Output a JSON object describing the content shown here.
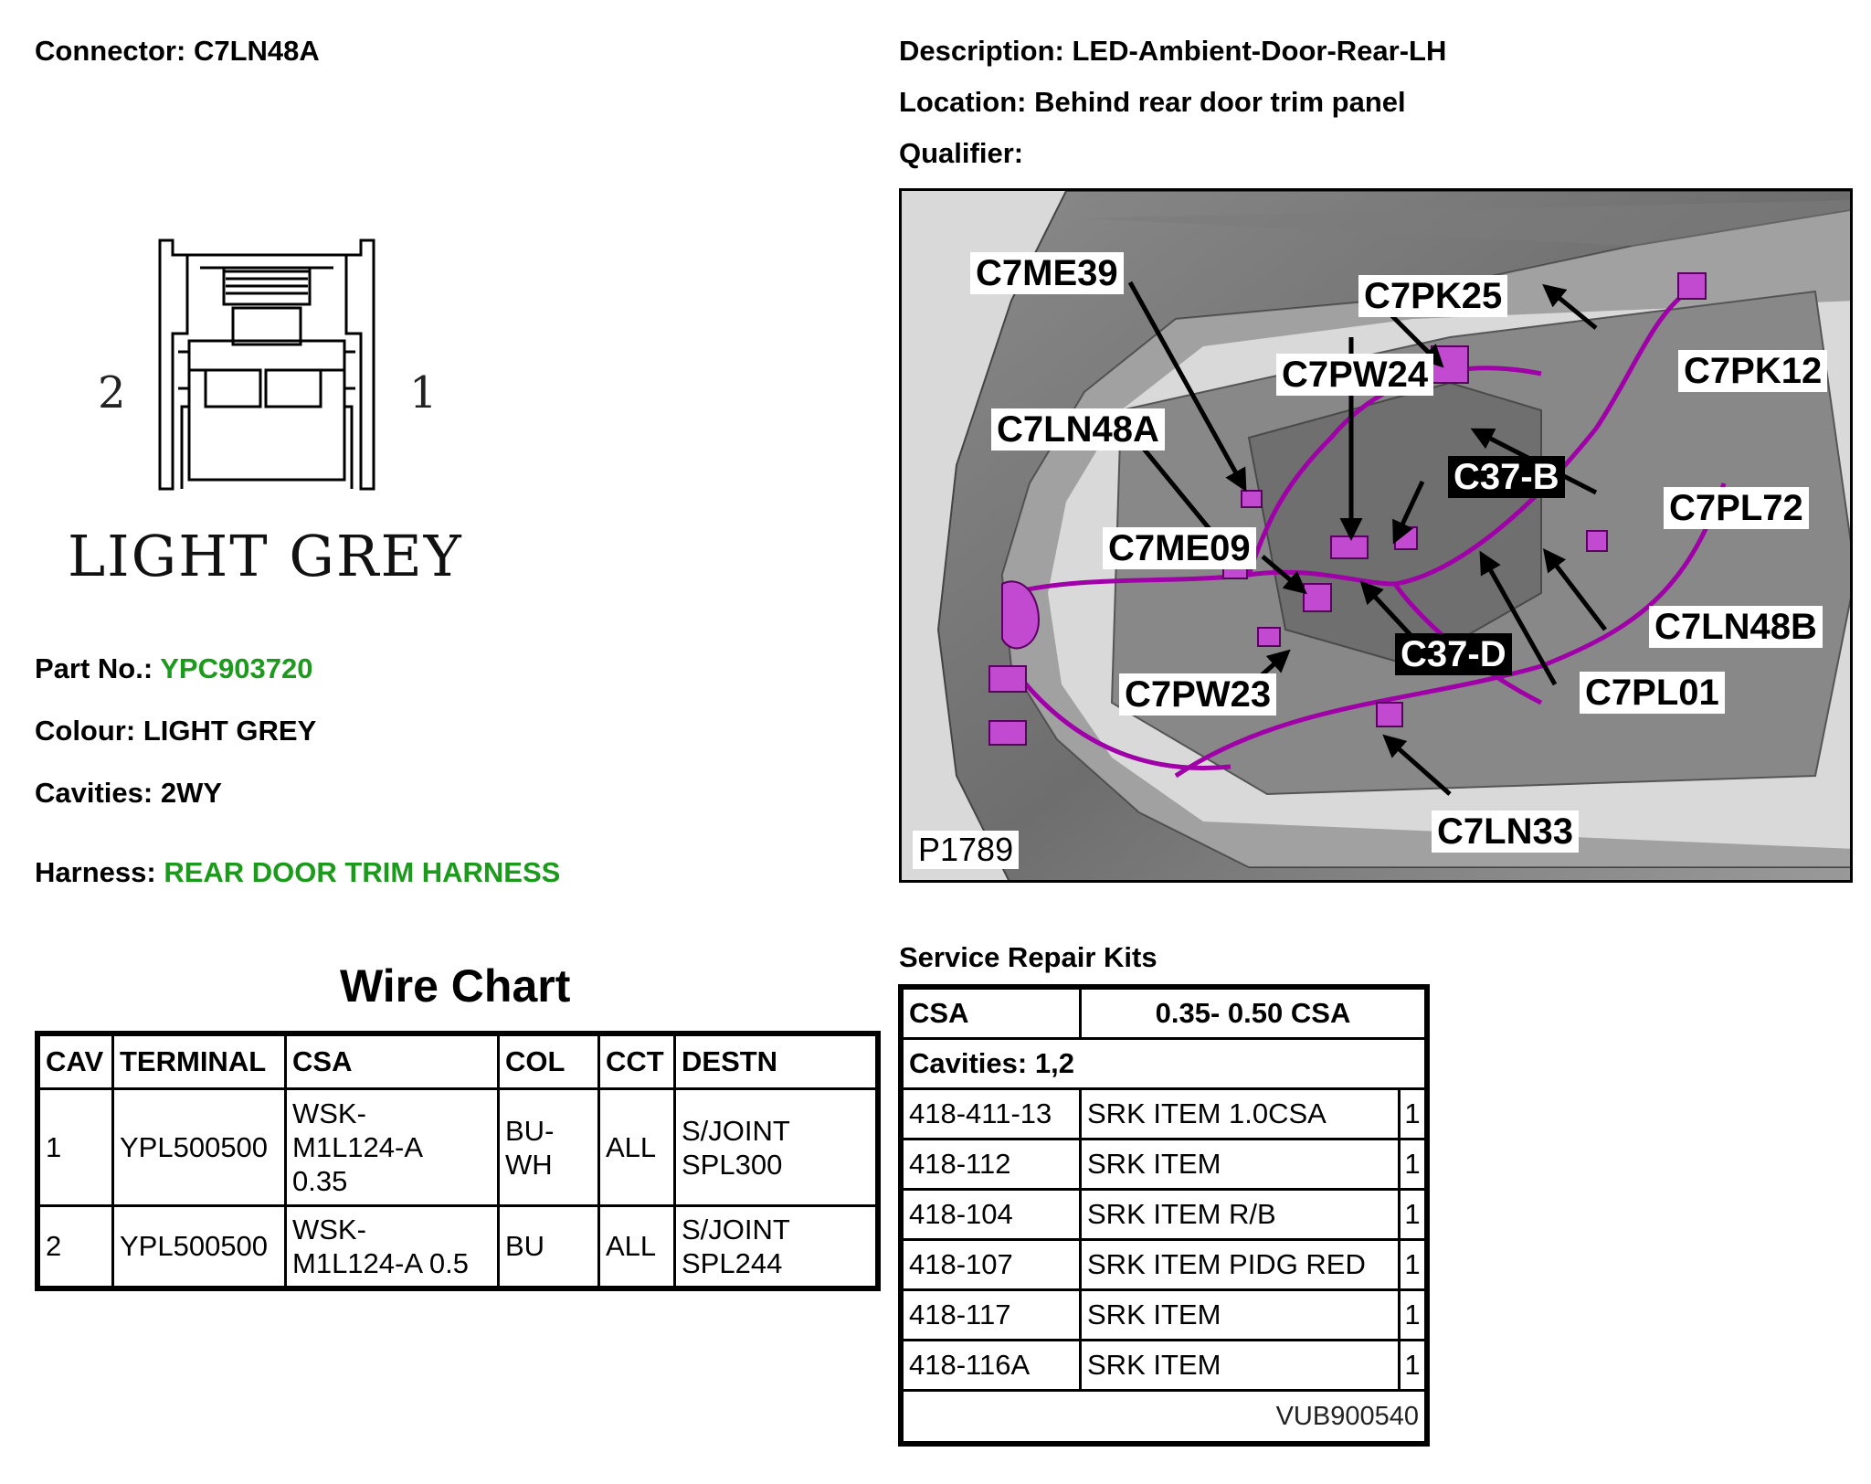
{
  "connector": {
    "label": "Connector:",
    "value": "C7LN48A"
  },
  "description": {
    "label": "Description:",
    "value": "LED-Ambient-Door-Rear-LH"
  },
  "location": {
    "label": "Location:",
    "value": "Behind rear door trim panel"
  },
  "qualifier": {
    "label": "Qualifier:",
    "value": ""
  },
  "drawing": {
    "pin_left": "2",
    "pin_right": "1",
    "colour_caption": "LIGHT GREY"
  },
  "part_no": {
    "label": "Part No.:",
    "value": "YPC903720"
  },
  "colour": {
    "label": "Colour:",
    "value": "LIGHT GREY"
  },
  "cavities": {
    "label": "Cavities:",
    "value": "2WY"
  },
  "harness": {
    "label": "Harness:",
    "value": "REAR DOOR TRIM HARNESS"
  },
  "image": {
    "id_label": "P1789",
    "callouts": [
      "C7ME39",
      "C7PK25",
      "C7PW24",
      "C7PK12",
      "C7LN48A",
      "C37-B",
      "C7PL72",
      "C7ME09",
      "C7LN48B",
      "C37-D",
      "C7PW23",
      "C7PL01",
      "C7LN33"
    ]
  },
  "wire_chart": {
    "title": "Wire Chart",
    "headers": [
      "CAV",
      "TERMINAL",
      "CSA",
      "COL",
      "CCT",
      "DESTN"
    ],
    "rows": [
      {
        "cav": "1",
        "terminal": "YPL500500",
        "csa_line1": "WSK-",
        "csa_line2": "M1L124-A",
        "csa_line3": "0.35",
        "col_line1": "BU-",
        "col_line2": "WH",
        "cct": "ALL",
        "destn_line1": "S/JOINT",
        "destn_line2": "SPL300"
      },
      {
        "cav": "2",
        "terminal": "YPL500500",
        "csa_line1": "WSK-",
        "csa_line2": "M1L124-A 0.5",
        "col": "BU",
        "cct": "ALL",
        "destn_line1": "S/JOINT",
        "destn_line2": "SPL244"
      }
    ]
  },
  "service_kits": {
    "title": "Service Repair Kits",
    "csa_label": "CSA",
    "csa_value": "0.35- 0.50 CSA",
    "cavities": "Cavities: 1,2",
    "items": [
      {
        "code": "418-411-13",
        "name": "SRK ITEM 1.0CSA",
        "qty": "1"
      },
      {
        "code": "418-112",
        "name": "SRK ITEM",
        "qty": "1"
      },
      {
        "code": "418-104",
        "name": "SRK ITEM R/B",
        "qty": "1"
      },
      {
        "code": "418-107",
        "name": "SRK ITEM PIDG RED",
        "qty": "1"
      },
      {
        "code": "418-117",
        "name": "SRK ITEM",
        "qty": "1"
      },
      {
        "code": "418-116A",
        "name": "SRK ITEM",
        "qty": "1"
      }
    ],
    "footer": "VUB900540"
  }
}
